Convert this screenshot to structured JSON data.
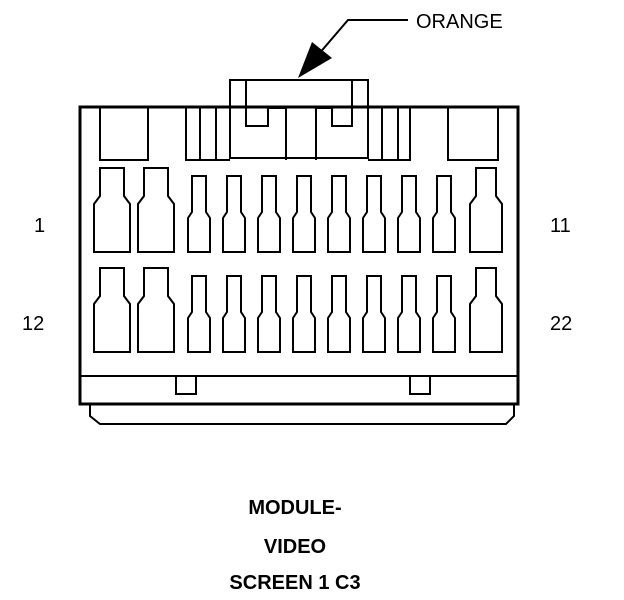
{
  "callout": {
    "label": "ORANGE"
  },
  "pin_labels": {
    "top_left": "1",
    "top_right": "11",
    "bottom_left": "12",
    "bottom_right": "22"
  },
  "caption": {
    "line1": "MODULE-",
    "line2": "VIDEO",
    "line3": "SCREEN 1 C3"
  },
  "colors": {
    "ink": "#000000",
    "background": "#ffffff"
  }
}
